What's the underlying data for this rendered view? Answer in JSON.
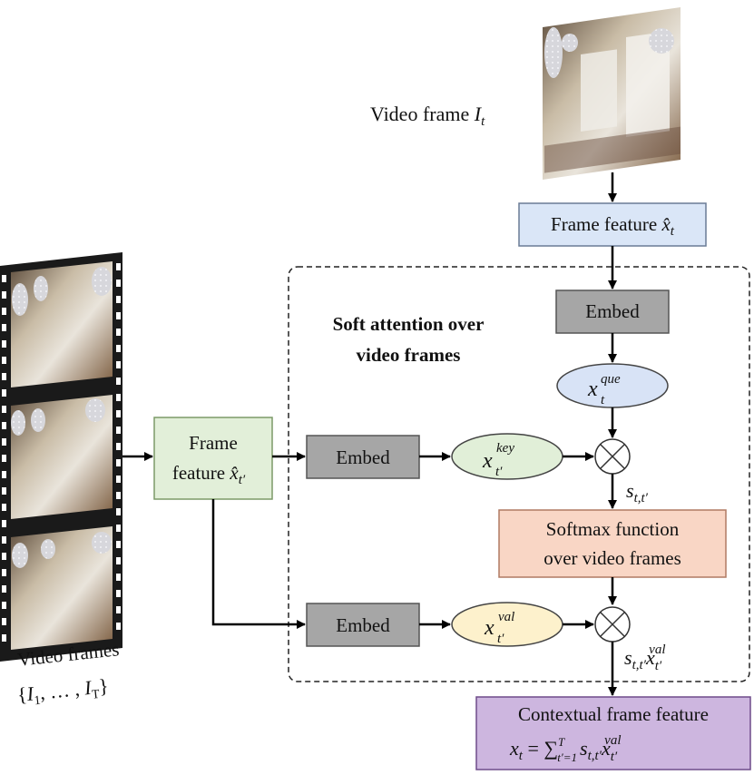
{
  "top_frame": {
    "caption_text": "Video frame ",
    "caption_symbol": "I",
    "caption_sub": "t"
  },
  "frame_feature_top": {
    "text": "Frame feature ",
    "symbol": "x̂",
    "sub": "t"
  },
  "attention_box": {
    "title_line1": "Soft attention over",
    "title_line2": "video frames"
  },
  "embed_label": "Embed",
  "query": {
    "symbol": "x",
    "sub": "t",
    "sup": "que"
  },
  "key": {
    "symbol": "x",
    "sub": "t′",
    "sup": "key"
  },
  "value": {
    "symbol": "x",
    "sub": "t′",
    "sup": "val"
  },
  "score": {
    "symbol": "s",
    "sub": "t,t′"
  },
  "weighted": {
    "s": "s",
    "s_sub": "t,t′",
    "x": "x",
    "x_sub": "t′",
    "x_sup": "val"
  },
  "softmax": {
    "line1": "Softmax function",
    "line2": "over video frames"
  },
  "frame_feature_left": {
    "line1": "Frame",
    "line2_text": "feature ",
    "symbol": "x̂",
    "sub": "t′"
  },
  "video_frames": {
    "caption": "Video frames",
    "set_open": "{",
    "I1": "I",
    "I1_sub": "1",
    "dots": ", … , ",
    "IT": "I",
    "IT_sub": "T",
    "set_close": "}"
  },
  "contextual": {
    "title": "Contextual frame feature",
    "lhs": "x",
    "lhs_sub": "t",
    "eq": " = ",
    "sum": "∑",
    "sum_sup": "T",
    "sum_sub": "t′=1",
    "s": "s",
    "s_sub": "t,t′",
    "x": "x",
    "x_sub": "t′",
    "x_sup": "val"
  },
  "colors": {
    "frame_feature_fill": "#dae6f7",
    "embed_fill": "#a6a6a6",
    "query_fill": "#d8e3f6",
    "key_fill": "#e1efd8",
    "value_fill": "#fdf1cc",
    "softmax_fill": "#f9d6c5",
    "left_feature_fill": "#e2efd9",
    "contextual_fill": "#cdb6df"
  }
}
